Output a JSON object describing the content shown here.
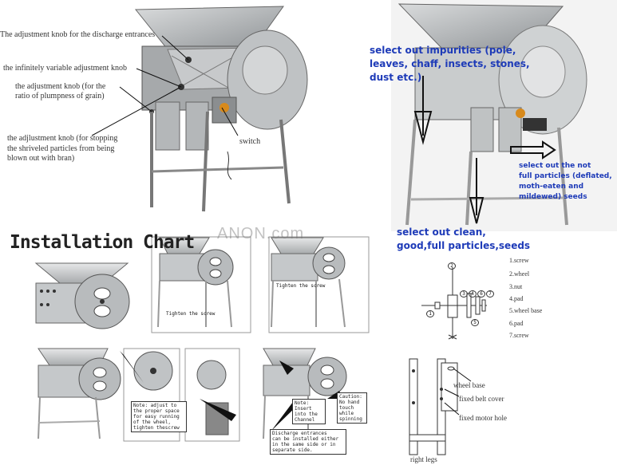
{
  "photo_left": {
    "labels": [
      "The adjustment knob for the discharge entrances",
      "the infinitely variable adjustment knob",
      "the adjustment knob  (for the",
      "ratio of plumpness of grain)",
      "the adjlustment knob (for stopping",
      "the shriveled particles from being",
      "blown out with bran)",
      "switch"
    ]
  },
  "photo_right": {
    "impurities": [
      "select out impurities (pole,",
      "leaves, chaff, insects, stones,",
      "dust etc.)"
    ],
    "not_full": [
      "select out the not",
      "full particles (deflated,",
      "moth-eaten and",
      "mildewed) seeds"
    ],
    "clean": [
      "select out clean,",
      "good,full particles,seeds"
    ]
  },
  "watermark": "ANON.com",
  "installation": {
    "title": "Installation Chart",
    "tighten_1": "Tighten the screw",
    "tighten_2": "Tighten the screw",
    "note_wheel": [
      "Note: adjust to",
      "the proper space",
      "for easy running",
      "of the wheel,",
      "tighten thescrew"
    ],
    "note_insert": [
      "Note: Insert",
      "into the",
      "Channel"
    ],
    "caution": [
      "Caution:",
      "No hand",
      "touch",
      "while",
      "spinning"
    ],
    "discharge": [
      "Discharge entrances",
      "can be installed either",
      "in the same side or in",
      "separate side."
    ]
  },
  "parts_list": {
    "numbers": [
      "1",
      "2",
      "3",
      "4",
      "5",
      "6",
      "7"
    ],
    "items": [
      "1.screw",
      "2.wheel",
      "3.nut",
      "4.pad",
      "5.wheel base",
      "6.pad",
      "7.screw"
    ]
  },
  "legs": {
    "labels": [
      "wheel base",
      "fixed belt cover",
      "fixed motor hole"
    ],
    "caption": "right legs"
  },
  "colors": {
    "blue_text": "#1e3bb8",
    "machine_gray": "#b9bcbd",
    "knob_orange": "#d88a1c"
  }
}
